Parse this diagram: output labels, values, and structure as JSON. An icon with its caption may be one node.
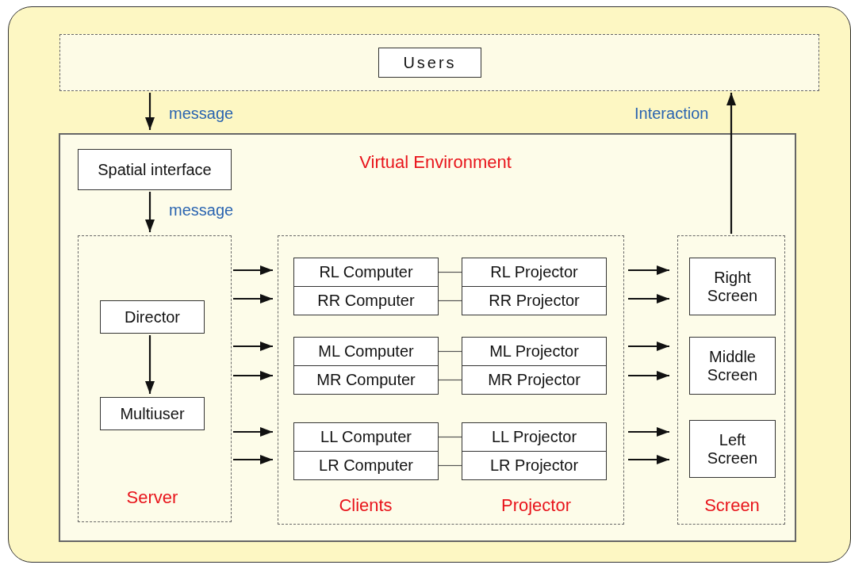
{
  "diagram": {
    "nodes": [
      {
        "text": [],
        "shape": "box"
      },
      {
        "text": [
          "Users"
        ],
        "in": 0
      },
      {
        "text": [
          "Virtual Environment"
        ]
      },
      {
        "text": [
          "Spatial interface"
        ],
        "in": 2
      },
      {
        "text": [
          "Server"
        ],
        "in": 2
      },
      {
        "text": [
          "Director"
        ],
        "in": 4
      },
      {
        "text": [
          "Multiuser"
        ],
        "in": 4
      },
      {
        "text": [
          "Clients",
          "Projector"
        ],
        "in": 2
      },
      {
        "text": [
          "RL Computer"
        ],
        "in": 7
      },
      {
        "text": [
          "RL Projector"
        ],
        "in": 7
      },
      {
        "text": [
          "RR Computer"
        ],
        "in": 7
      },
      {
        "text": [
          "RR Projector"
        ],
        "in": 7
      },
      {
        "text": [
          "ML Computer"
        ],
        "in": 7
      },
      {
        "text": [
          "ML Projector"
        ],
        "in": 7
      },
      {
        "text": [
          "MR Computer"
        ],
        "in": 7
      },
      {
        "text": [
          "MR Projector"
        ],
        "in": 7
      },
      {
        "text": [
          "LL Computer"
        ],
        "in": 7
      },
      {
        "text": [
          "LL Projector"
        ],
        "in": 7
      },
      {
        "text": [
          "LR Computer"
        ],
        "in": 7
      },
      {
        "text": [
          "LR Projector"
        ],
        "in": 7
      },
      {
        "text": [
          "Screen"
        ],
        "in": 2
      },
      {
        "text": [
          "Right Screen"
        ],
        "in": 20
      },
      {
        "text": [
          "Middle Screen"
        ],
        "in": 20
      },
      {
        "text": [
          "Left Screen"
        ],
        "in": 20
      }
    ],
    "edges": [
      {
        "from": 0,
        "to": 2,
        "arrow": "to",
        "label": "message"
      },
      {
        "from": 3,
        "to": 4,
        "arrow": "to",
        "label": "message"
      },
      {
        "from": 5,
        "to": 6,
        "arrow": "to"
      },
      {
        "from": 4,
        "to": 7,
        "arrow": "to"
      },
      {
        "from": 4,
        "to": 7,
        "arrow": "to"
      },
      {
        "from": 4,
        "to": 7,
        "arrow": "to"
      },
      {
        "from": 4,
        "to": 7,
        "arrow": "to"
      },
      {
        "from": 4,
        "to": 7,
        "arrow": "to"
      },
      {
        "from": 4,
        "to": 7,
        "arrow": "to"
      },
      {
        "from": 7,
        "to": 20,
        "arrow": "to"
      },
      {
        "from": 7,
        "to": 20,
        "arrow": "to"
      },
      {
        "from": 7,
        "to": 20,
        "arrow": "to"
      },
      {
        "from": 7,
        "to": 20,
        "arrow": "to"
      },
      {
        "from": 7,
        "to": 20,
        "arrow": "to"
      },
      {
        "from": 7,
        "to": 20,
        "arrow": "to"
      },
      {
        "from": 8,
        "to": 9,
        "arrow": "none"
      },
      {
        "from": 10,
        "to": 11,
        "arrow": "none"
      },
      {
        "from": 12,
        "to": 13,
        "arrow": "none"
      },
      {
        "from": 14,
        "to": 15,
        "arrow": "none"
      },
      {
        "from": 16,
        "to": 17,
        "arrow": "none"
      },
      {
        "from": 18,
        "to": 19,
        "arrow": "none"
      },
      {
        "from": 20,
        "to": 0,
        "arrow": "to",
        "label": "Interaction"
      }
    ]
  }
}
